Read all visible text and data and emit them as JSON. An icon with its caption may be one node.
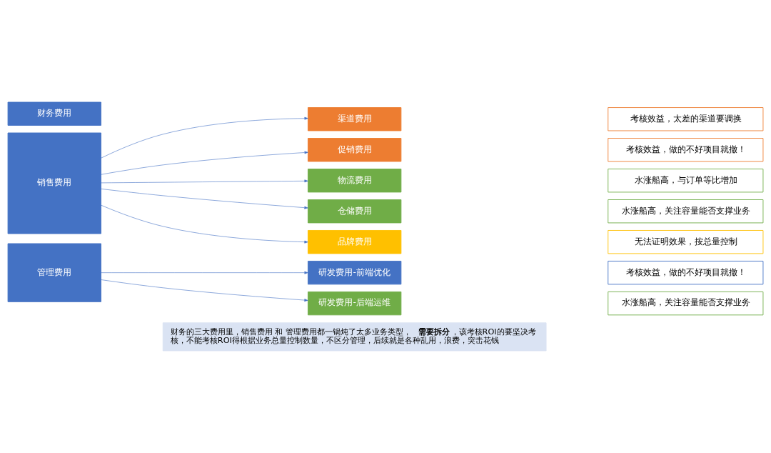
{
  "diagram": {
    "nodes": [
      {
        "text": [
          "财务费用"
        ]
      },
      {
        "text": [
          "销售费用"
        ]
      },
      {
        "text": [
          "管理费用"
        ]
      },
      {
        "text": [
          "渠道费用"
        ]
      },
      {
        "text": [
          "促销费用"
        ]
      },
      {
        "text": [
          "物流费用"
        ]
      },
      {
        "text": [
          "仓储费用"
        ]
      },
      {
        "text": [
          "品牌费用"
        ]
      },
      {
        "text": [
          "研发费用-前端优化"
        ]
      },
      {
        "text": [
          "研发费用-后端运维"
        ]
      },
      {
        "text": [
          "考核效益，太差的渠道要调换"
        ]
      },
      {
        "text": [
          "考核效益，做的不好项目就撤！"
        ]
      },
      {
        "text": [
          "水涨船高，与订单等比增加"
        ]
      },
      {
        "text": [
          "水涨船高，关注容量能否支撑业务"
        ]
      },
      {
        "text": [
          "无法证明效果，按总量控制"
        ]
      },
      {
        "text": [
          "考核效益，做的不好项目就撤！"
        ]
      },
      {
        "text": [
          "水涨船高，关注容量能否支撑业务"
        ]
      },
      {
        "text": [
          "财务的三大费用里，销售费用 和 管理费用都一锅炖了太多业务类型，**需要拆分**，该考核ROI的要坚决考核，不能考核ROI得根据业务总量控制数量，不区分管理，后续就是各种乱用，浪费，突击花钱"
        ]
      }
    ],
    "edges": [
      {
        "from": 1,
        "to": 3,
        "arrow": "to"
      },
      {
        "from": 1,
        "to": 4,
        "arrow": "to"
      },
      {
        "from": 1,
        "to": 5,
        "arrow": "to"
      },
      {
        "from": 1,
        "to": 6,
        "arrow": "to"
      },
      {
        "from": 1,
        "to": 7,
        "arrow": "to"
      },
      {
        "from": 2,
        "to": 8,
        "arrow": "to"
      },
      {
        "from": 2,
        "to": 9,
        "arrow": "to"
      }
    ]
  }
}
